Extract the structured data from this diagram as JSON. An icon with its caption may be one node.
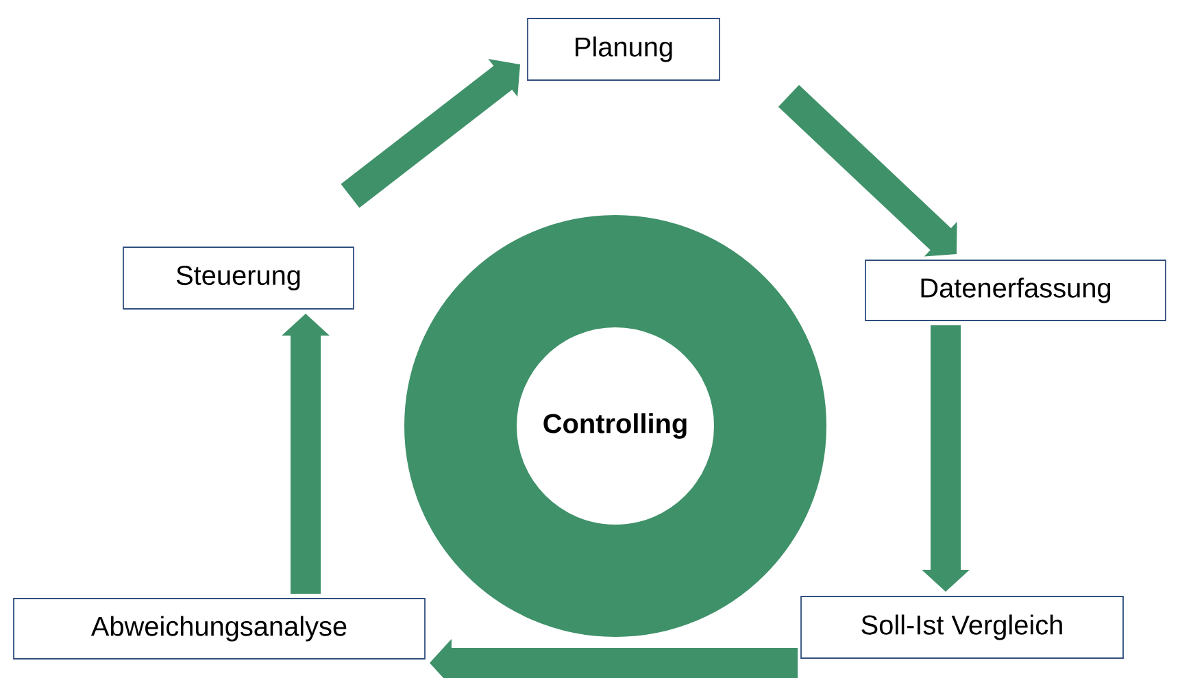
{
  "diagram": {
    "nodes": [
      {
        "text": [
          "Controlling"
        ]
      },
      {
        "text": [
          "Planung"
        ]
      },
      {
        "text": [
          "Datenerfassung"
        ]
      },
      {
        "text": [
          "Soll-Ist Vergleich"
        ]
      },
      {
        "text": [
          "Abweichungsanalyse"
        ]
      },
      {
        "text": [
          "Steuerung"
        ]
      }
    ],
    "edges": [
      {
        "from": 1,
        "to": 2,
        "arrow": "to"
      },
      {
        "from": 2,
        "to": 3,
        "arrow": "to"
      },
      {
        "from": 3,
        "to": 4,
        "arrow": "to"
      },
      {
        "from": 4,
        "to": 5,
        "arrow": "to"
      },
      {
        "from": 5,
        "to": 1,
        "arrow": "to"
      }
    ]
  }
}
